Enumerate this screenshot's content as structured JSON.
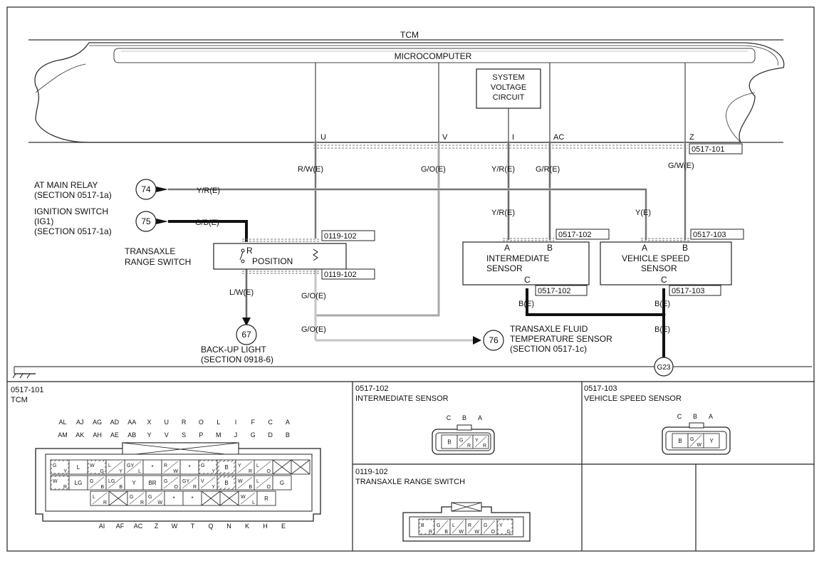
{
  "tcm": {
    "title": "TCM",
    "microcomputer": "MICROCOMPUTER",
    "sys_volt_1": "SYSTEM",
    "sys_volt_2": "VOLTAGE",
    "sys_volt_3": "CIRCUIT",
    "terminals": {
      "u": "U",
      "v": "V",
      "i": "I",
      "ac": "AC",
      "z": "Z"
    }
  },
  "connector_codes": {
    "tcm": "0517-101",
    "trs_top": "0119-102",
    "trs_bottom": "0119-102",
    "int_top": "0517-102",
    "int_bottom": "0517-102",
    "vss_top": "0517-103",
    "vss_bottom": "0517-103"
  },
  "wires": {
    "u": "R/W(E)",
    "v": "G/O(E)",
    "i": "Y/R(E)",
    "ac": "G/R(E)",
    "z": "G/W(E)",
    "relay": "Y/R(E)",
    "ign": "G/B(E)",
    "int_a": "Y/R(E)",
    "vss_a": "Y(E)",
    "backup": "L/W(E)",
    "go1": "G/O(E)",
    "go2": "G/O(E)",
    "int_c": "B(E)",
    "vss_c": "B(E)",
    "ground": "B(E)"
  },
  "refs": {
    "n74": "74",
    "relay_1": "AT MAIN RELAY",
    "relay_2": "(SECTION 0517-1a)",
    "n75": "75",
    "ign_1": "IGNITION SWITCH",
    "ign_2": "(IG1)",
    "ign_3": "(SECTION 0517-1a)",
    "n67": "67",
    "backup_1": "BACK-UP LIGHT",
    "backup_2": "(SECTION 0918-6)",
    "n76": "76",
    "tft_1": "TRANSAXLE FLUID",
    "tft_2": "TEMPERATURE SENSOR",
    "tft_3": "(SECTION 0517-1c)",
    "g23": "G23"
  },
  "components": {
    "trs_1": "TRANSAXLE",
    "trs_2": "RANGE SWITCH",
    "trs_r": "R",
    "trs_position": "POSITION",
    "int_1": "INTERMEDIATE",
    "int_2": "SENSOR",
    "vss_1": "VEHICLE SPEED",
    "vss_2": "SENSOR",
    "pin_a": "A",
    "pin_b": "B",
    "pin_c": "C"
  },
  "panels": {
    "tcm_code": "0517-101",
    "tcm_name": "TCM",
    "int_code": "0517-102",
    "int_name": "INTERMEDIATE SENSOR",
    "vss_code": "0517-103",
    "vss_name": "VEHICLE SPEED SENSOR",
    "trs_code": "0119-102",
    "trs_name": "TRANSAXLE RANGE SWITCH"
  },
  "tcm_pinout": {
    "row1_labels": [
      "AL",
      "AJ",
      "AG",
      "AD",
      "AA",
      "X",
      "U",
      "R",
      "O",
      "L",
      "I",
      "F",
      "C",
      "A"
    ],
    "row2_labels": [
      "AM",
      "AK",
      "AH",
      "AE",
      "AB",
      "Y",
      "V",
      "S",
      "P",
      "M",
      "J",
      "G",
      "D",
      "B"
    ],
    "row3_labels": [
      "AI",
      "AF",
      "AC",
      "Z",
      "W",
      "T",
      "Q",
      "N",
      "K",
      "H",
      "E"
    ],
    "row1_pins": [
      "G/Y",
      "L",
      "W/G",
      "L/Y",
      "GY/L",
      "*",
      "R/W",
      "*",
      "G/Y",
      "B",
      "Y/R",
      "L/O",
      "X",
      "X"
    ],
    "row2_pins": [
      "W/R",
      "LG",
      "G/B",
      "LG/B",
      "Y",
      "BR",
      "G/O",
      "GY/R",
      "V/Y",
      "B",
      "W/B",
      "L/O",
      "G"
    ],
    "row3_pins": [
      "L/R",
      "X",
      "G/R",
      "G/W",
      "*",
      "*",
      "X",
      "X",
      "W/L",
      "R"
    ]
  },
  "int_pinout": {
    "labels": [
      "C",
      "B",
      "A"
    ],
    "pins": [
      "B",
      "G/R",
      "Y/R"
    ]
  },
  "vss_pinout": {
    "labels": [
      "C",
      "B",
      "A"
    ],
    "pins": [
      "B",
      "G/W",
      "Y"
    ]
  },
  "trs_pinout": {
    "pins": [
      "B/R",
      "G/B",
      "L/W",
      "R/W",
      "G/O",
      "Y/G"
    ]
  },
  "ground_symbol": "ground-symbol"
}
